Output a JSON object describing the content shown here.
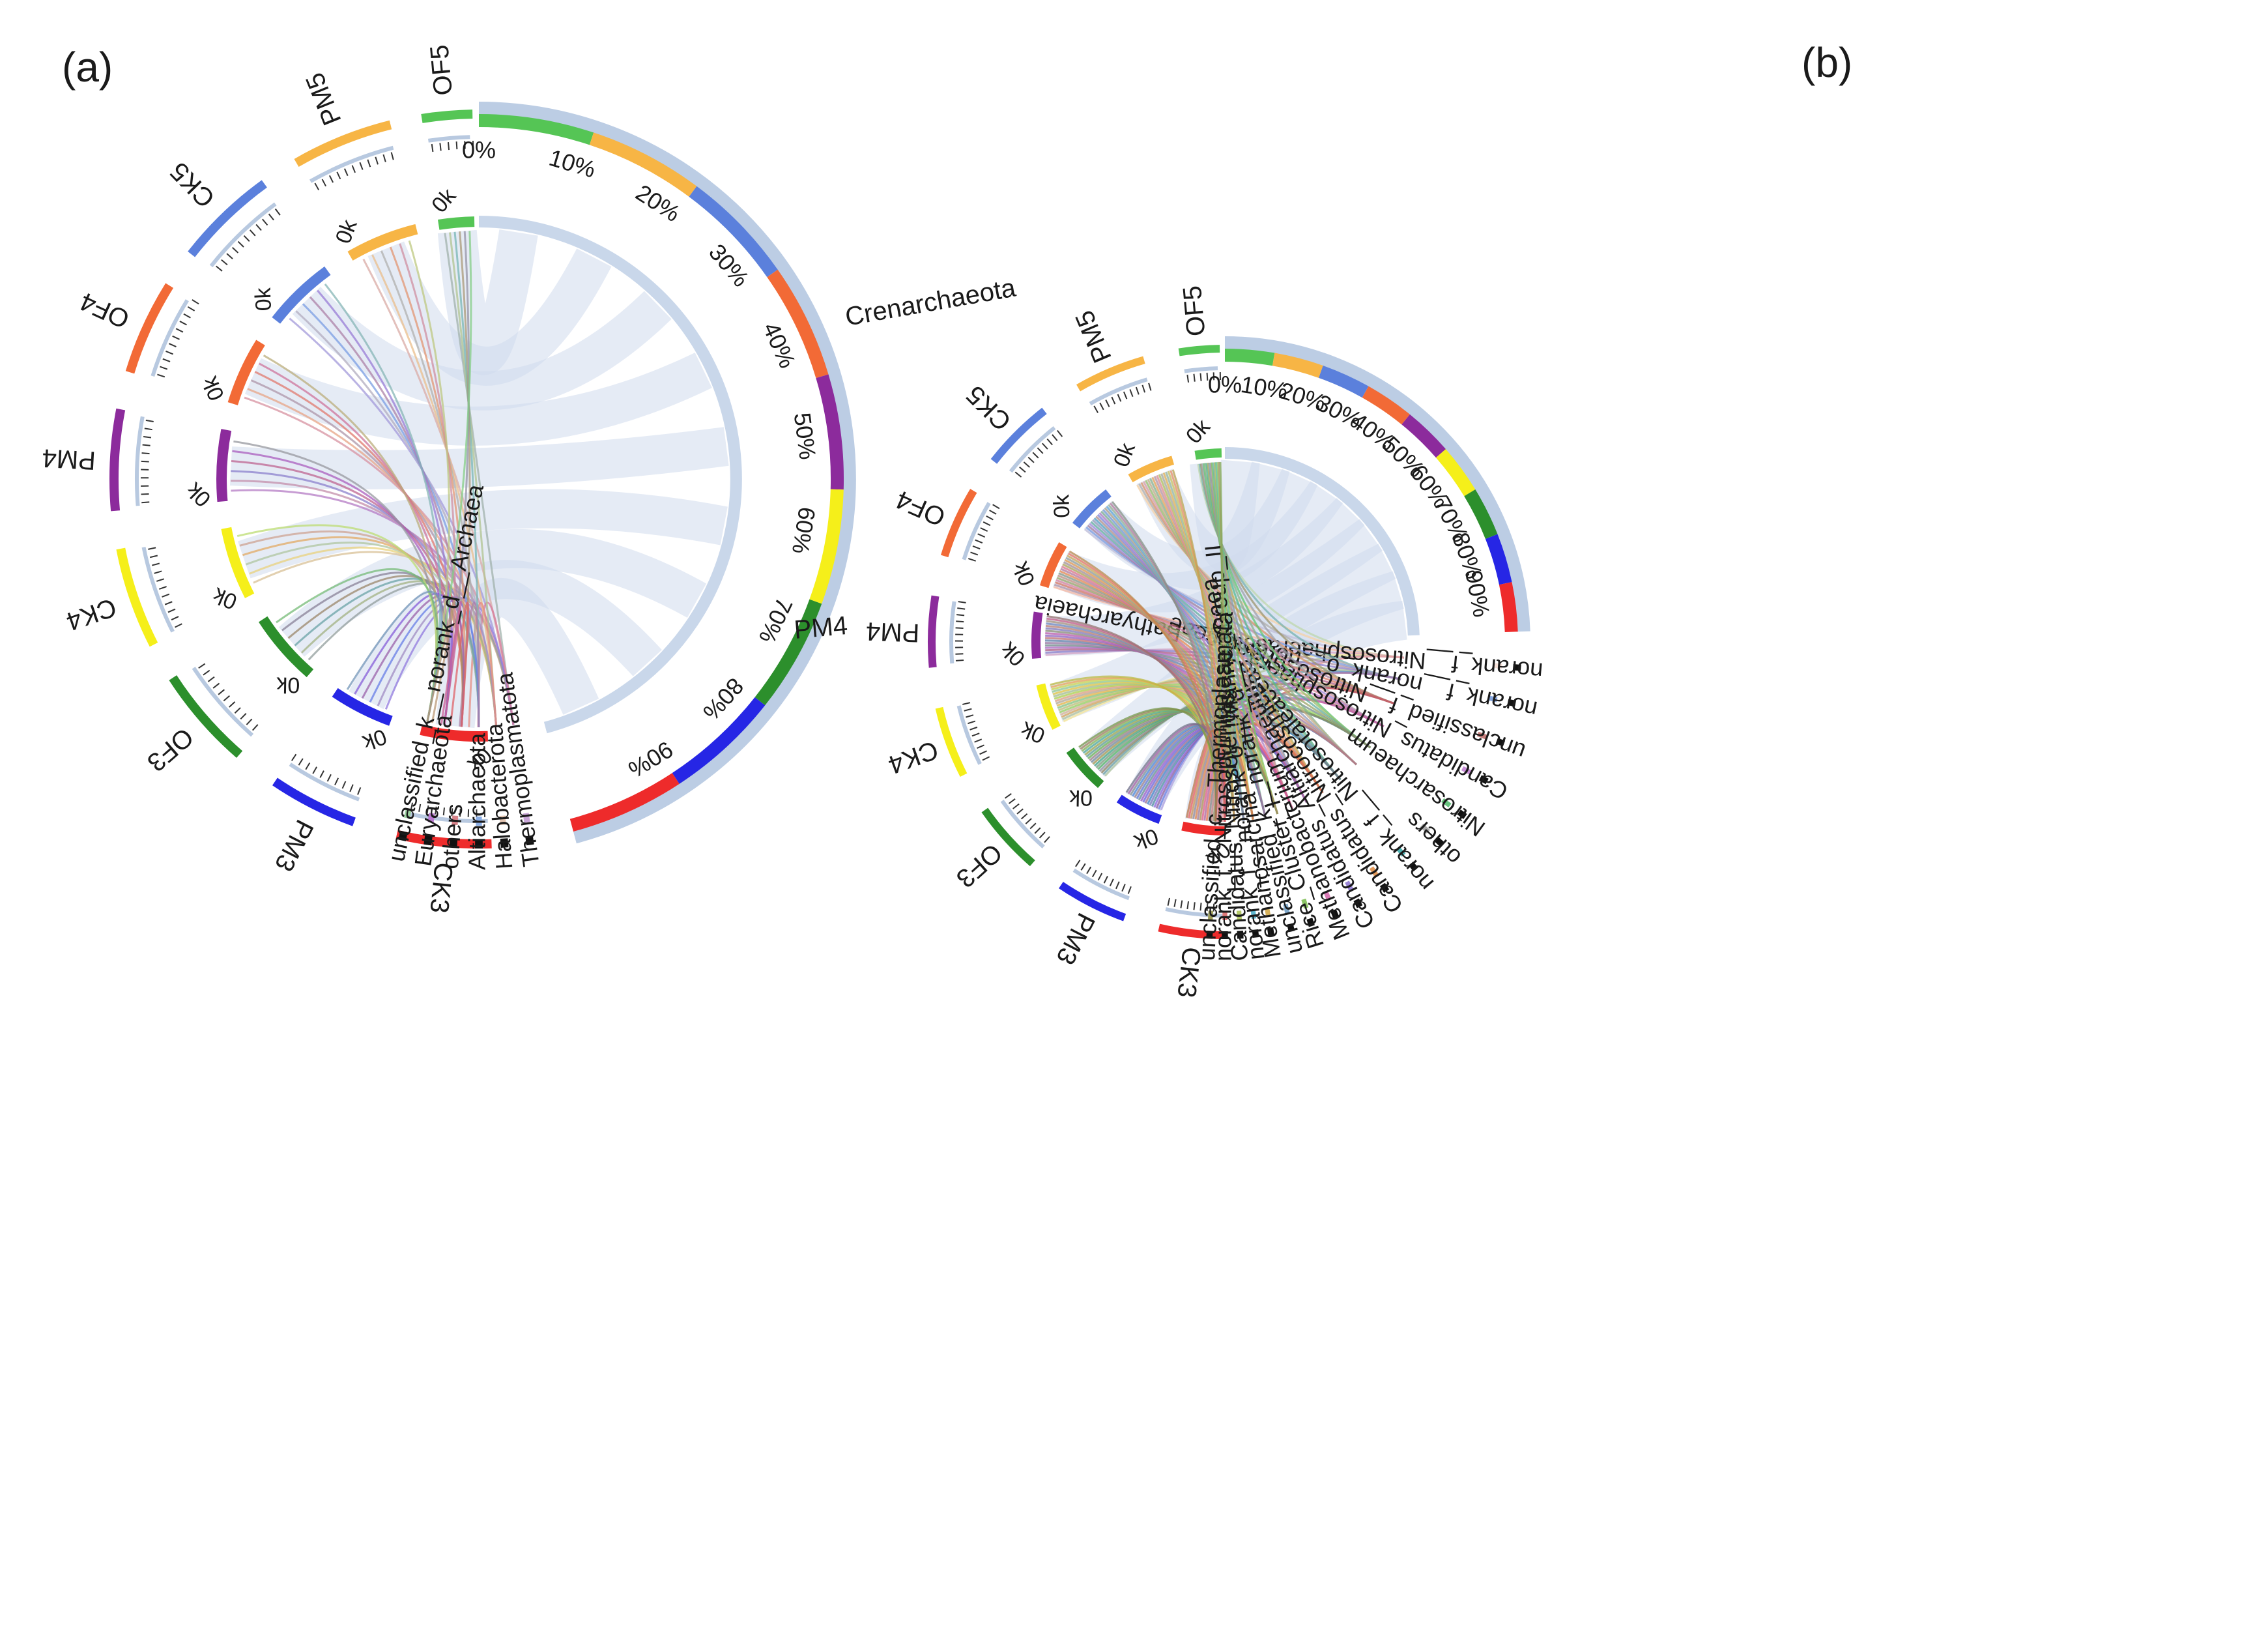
{
  "panels": [
    {
      "id": "a",
      "label": "(a)",
      "zero_tick": "0k",
      "samples": [
        {
          "name": "OF5",
          "color": "#55c555"
        },
        {
          "name": "PM5",
          "color": "#f7b545"
        },
        {
          "name": "CK5",
          "color": "#5b80dc"
        },
        {
          "name": "OF4",
          "color": "#f26a36"
        },
        {
          "name": "PM4",
          "color": "#8c2b9c"
        },
        {
          "name": "CK4",
          "color": "#f5ef1a"
        },
        {
          "name": "OF3",
          "color": "#2c8f2c"
        },
        {
          "name": "PM3",
          "color": "#2626e5"
        },
        {
          "name": "CK3",
          "color": "#ee2b2b"
        }
      ],
      "percent_ticks": [
        "0%",
        "10%",
        "20%",
        "30%",
        "40%",
        "50%",
        "60%",
        "70%",
        "80%",
        "90%"
      ],
      "taxa": [
        {
          "name": "Thermoplasmatota",
          "color": "#c9a6d9"
        },
        {
          "name": "Halobacterota",
          "color": "#e1c3b0"
        },
        {
          "name": "Altiarchaeota",
          "color": "#8aaee6"
        },
        {
          "name": "others",
          "color": "#d7838a"
        },
        {
          "name": "Euryarchaeota",
          "color": "#b97ad1"
        },
        {
          "name": "unclassified_k__norank_d__Archaea",
          "color": "#9dd2a0"
        }
      ]
    },
    {
      "id": "b",
      "label": "(b)",
      "zero_tick": "0k",
      "samples": [
        {
          "name": "OF5",
          "color": "#55c555"
        },
        {
          "name": "PM5",
          "color": "#f7b545"
        },
        {
          "name": "CK5",
          "color": "#5b80dc"
        },
        {
          "name": "OF4",
          "color": "#f26a36"
        },
        {
          "name": "PM4",
          "color": "#8c2b9c"
        },
        {
          "name": "CK4",
          "color": "#f5ef1a"
        },
        {
          "name": "OF3",
          "color": "#2c8f2c"
        },
        {
          "name": "PM3",
          "color": "#2626e5"
        },
        {
          "name": "CK3",
          "color": "#ee2b2b"
        }
      ],
      "percent_ticks": [
        "0%",
        "10%",
        "20%",
        "30%",
        "40%",
        "50%",
        "60%",
        "70%",
        "80%",
        "90%"
      ],
      "extra_labels": {
        "phylum": "Crenarchaeota",
        "pm4_outer": "PM4"
      },
      "taxa": [
        {
          "name": "norank_f__Nitrososphaeraceae",
          "color": "#f6e1d9"
        },
        {
          "name": "norank_f__norank_o__norank_c__Bathyarchaeia",
          "color": "#88a8e0"
        },
        {
          "name": "unclassified_f__Nitrososphaeraceae",
          "color": "#c57d7a"
        },
        {
          "name": "Candidatus_Nitrososphaera",
          "color": "#c98fd8"
        },
        {
          "name": "Nitrosarchaeum",
          "color": "#67c37e"
        },
        {
          "name": "others",
          "color": "#a8a8a8"
        },
        {
          "name": "norank_f__Nitrosotaleaceae",
          "color": "#4fb2b2"
        },
        {
          "name": "Candidatus_Nitrocosmicus",
          "color": "#e39b5d"
        },
        {
          "name": "Candidatus_Altiarchaeum",
          "color": "#9a86d6"
        },
        {
          "name": "Methanobacterium",
          "color": "#d97ab5"
        },
        {
          "name": "Rice_Cluster_I",
          "color": "#8cc565"
        },
        {
          "name": "unclassified_k__norank_d__Archaea",
          "color": "#7fa7c9"
        },
        {
          "name": "Methanosarcina",
          "color": "#d6b15b"
        },
        {
          "name": "norank_f__norank_o__Marine_Group_II",
          "color": "#5fb8d0"
        },
        {
          "name": "Candidatus_Nitrosotenuis",
          "color": "#b4c96a"
        },
        {
          "name": "norank_f__Nitrosopumilaceae",
          "color": "#e07a7a"
        },
        {
          "name": "unclassified_c__Thermoplasmata",
          "color": "#9c9c58"
        }
      ]
    }
  ]
}
